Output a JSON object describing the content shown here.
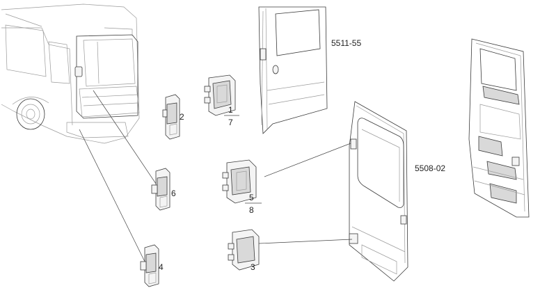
{
  "references": {
    "upper_door": "5511-55",
    "full_door": "5508-02"
  },
  "parts": {
    "p2": "2",
    "p1": "1",
    "p7": "7",
    "p6": "6",
    "p5": "5",
    "p8": "8",
    "p4": "4",
    "p3": "3"
  }
}
